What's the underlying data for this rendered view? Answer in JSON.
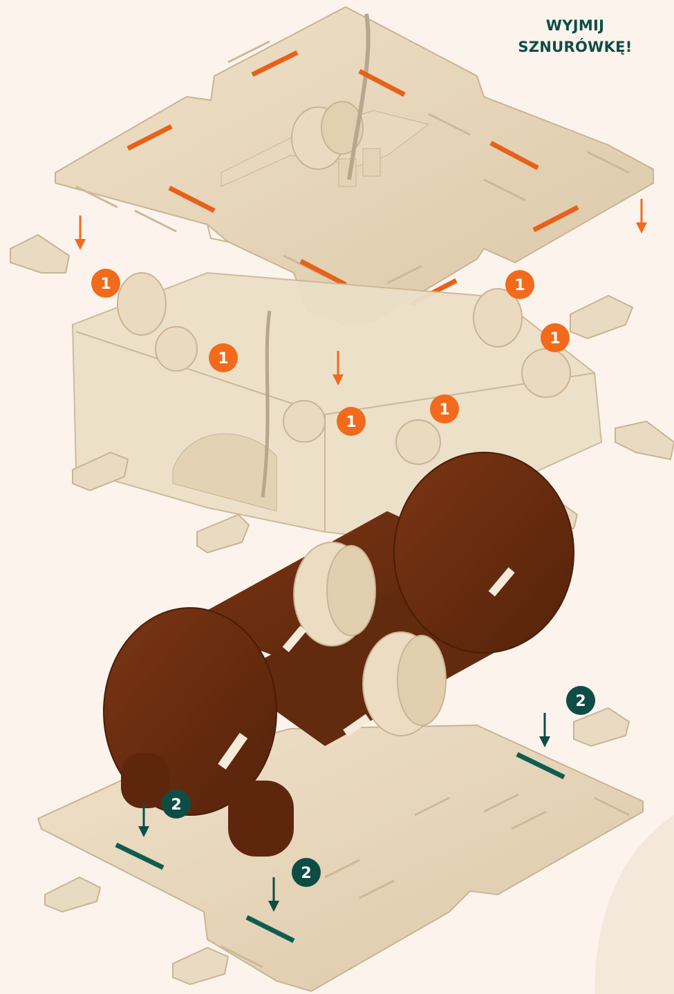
{
  "instruction": {
    "line1": "WYJMIJ",
    "line2": "SZNURÓWKĘ!"
  },
  "steps": {
    "step1_label": "1",
    "step2_label": "2"
  },
  "colors": {
    "background": "#fcf3ec",
    "wood": "#e6d6bc",
    "dark_wood": "#6b2d10",
    "accent_orange": "#f26a1b",
    "accent_teal": "#0e4d45"
  }
}
